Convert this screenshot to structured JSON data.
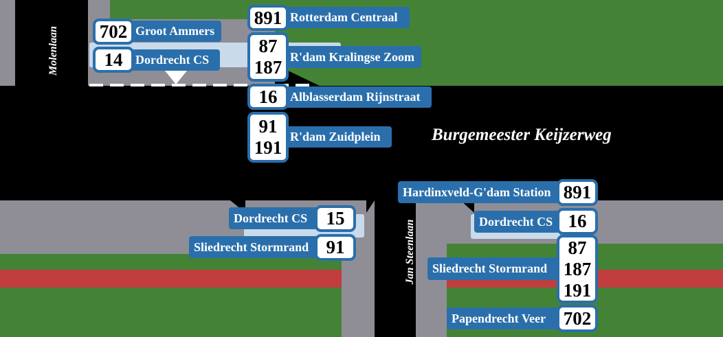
{
  "streets": {
    "main": "Burgemeester Keijzerweg",
    "left": "Molenlaan",
    "right": "Jan Steenlaan"
  },
  "stops": {
    "north_west": [
      {
        "lines": [
          "702"
        ],
        "destination": "Groot Ammers"
      },
      {
        "lines": [
          "14"
        ],
        "destination": "Dordrecht CS"
      }
    ],
    "north_east": [
      {
        "lines": [
          "891"
        ],
        "destination": "Rotterdam Centraal"
      },
      {
        "lines": [
          "87",
          "187"
        ],
        "destination": "R'dam Kralingse Zoom"
      },
      {
        "lines": [
          "16"
        ],
        "destination": "Alblasserdam Rijnstraat"
      },
      {
        "lines": [
          "91",
          "191"
        ],
        "destination": "R'dam Zuidplein"
      }
    ],
    "south_west": [
      {
        "lines": [
          "15"
        ],
        "destination": "Dordrecht CS"
      },
      {
        "lines": [
          "91"
        ],
        "destination": "Sliedrecht Stormrand"
      }
    ],
    "south_east": [
      {
        "lines": [
          "891"
        ],
        "destination": "Hardinxveld-G'dam Station"
      },
      {
        "lines": [
          "16"
        ],
        "destination": "Dordrecht CS"
      },
      {
        "lines": [
          "87",
          "187",
          "191"
        ],
        "destination": "Sliedrecht Stormrand"
      },
      {
        "lines": [
          "702"
        ],
        "destination": "Papendrecht Veer"
      }
    ]
  },
  "colors": {
    "label_bg": "#2a6fab",
    "grass": "#448336",
    "bike_lane": "#c13d3e",
    "sidewalk": "#8f8e96",
    "platform": "#c9daeb"
  }
}
